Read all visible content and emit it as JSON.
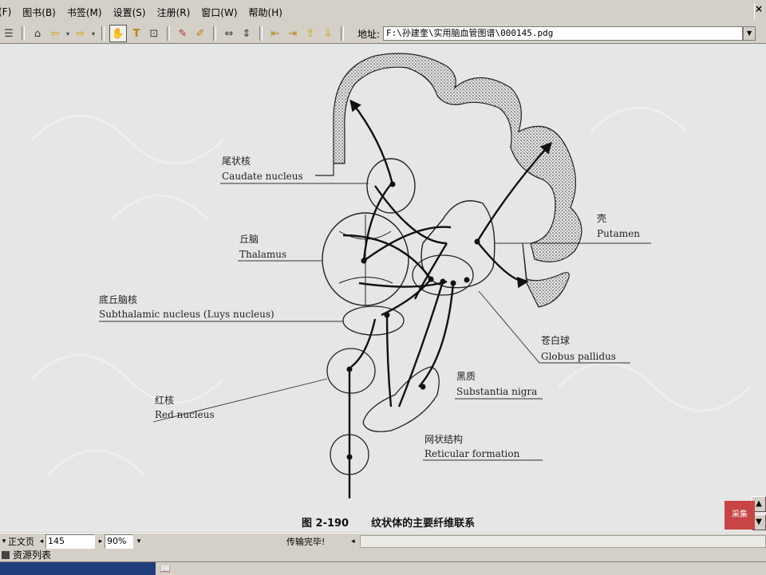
{
  "menu": [
    "(F)",
    "图书(B)",
    "书签(M)",
    "设置(S)",
    "注册(R)",
    "窗口(W)",
    "帮助(H)"
  ],
  "window_close_glyph": "×",
  "toolbar": {
    "address_label": "地址:",
    "address_value": "F:\\孙建奎\\实用脑血管图谱\\000145.pdg",
    "icons": [
      "list-icon",
      "home-icon",
      "back-icon",
      "forward-icon",
      "hand-icon",
      "text-select-icon",
      "zoom-region-icon",
      "annotate-icon",
      "highlight-icon",
      "fit-width-icon",
      "fit-height-icon",
      "first-page-icon",
      "last-page-icon",
      "prev-page-icon",
      "next-page-icon"
    ]
  },
  "figure": {
    "labels": [
      {
        "id": "caudate-cn",
        "text": "尾状核"
      },
      {
        "id": "caudate-en",
        "text": "Caudate nucleus"
      },
      {
        "id": "thalamus-cn",
        "text": "丘脑"
      },
      {
        "id": "thalamus-en",
        "text": "Thalamus"
      },
      {
        "id": "subthalamic-cn",
        "text": "底丘脑核"
      },
      {
        "id": "subthalamic-en",
        "text": "Subthalamic nucleus (Luys nucleus)"
      },
      {
        "id": "red-cn",
        "text": "红核"
      },
      {
        "id": "red-en",
        "text": "Red nucleus"
      },
      {
        "id": "putamen-cn",
        "text": "壳"
      },
      {
        "id": "putamen-en",
        "text": "Putamen"
      },
      {
        "id": "globus-cn",
        "text": "苍白球"
      },
      {
        "id": "globus-en",
        "text": "Globus pallidus"
      },
      {
        "id": "nigra-cn",
        "text": "黑质"
      },
      {
        "id": "nigra-en",
        "text": "Substantia nigra"
      },
      {
        "id": "reticular-cn",
        "text": "网状结构"
      },
      {
        "id": "reticular-en",
        "text": "Reticular formation"
      }
    ],
    "caption_number": "图 2-190",
    "caption_text": "纹状体的主要纤维联系"
  },
  "statusbar": {
    "page_mode": "正文页",
    "page_number": "145",
    "zoom": "90%",
    "status_text": "传输完毕!"
  },
  "taskbar": {
    "item": "资源列表"
  },
  "logo_text": "采集"
}
